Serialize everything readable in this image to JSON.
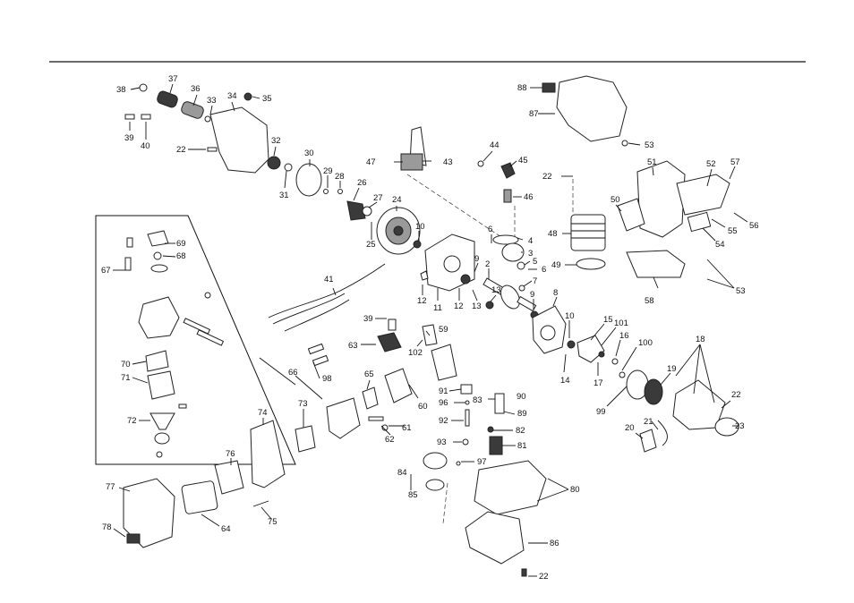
{
  "diagram": {
    "part_numbers": [
      "38",
      "37",
      "36",
      "33",
      "34",
      "35",
      "39",
      "40",
      "22",
      "32",
      "30",
      "31",
      "29",
      "28",
      "26",
      "27",
      "24",
      "25",
      "10",
      "47",
      "43",
      "44",
      "45",
      "46",
      "88",
      "87",
      "53",
      "22",
      "51",
      "52",
      "57",
      "50",
      "56",
      "55",
      "54",
      "48",
      "49",
      "58",
      "53",
      "6",
      "4",
      "3",
      "5",
      "6",
      "9",
      "2",
      "7",
      "13",
      "12",
      "12",
      "11",
      "13",
      "8",
      "9",
      "10",
      "15",
      "101",
      "16",
      "14",
      "17",
      "100",
      "18",
      "19",
      "99",
      "22",
      "21",
      "20",
      "23",
      "41",
      "39",
      "63",
      "59",
      "102",
      "66",
      "98",
      "65",
      "60",
      "61",
      "62",
      "91",
      "83",
      "90",
      "96",
      "89",
      "92",
      "82",
      "93",
      "81",
      "97",
      "84",
      "85",
      "80",
      "86",
      "22",
      "73",
      "74",
      "76",
      "64",
      "75",
      "77",
      "78",
      "67",
      "69",
      "68",
      "70",
      "71",
      "72"
    ]
  }
}
